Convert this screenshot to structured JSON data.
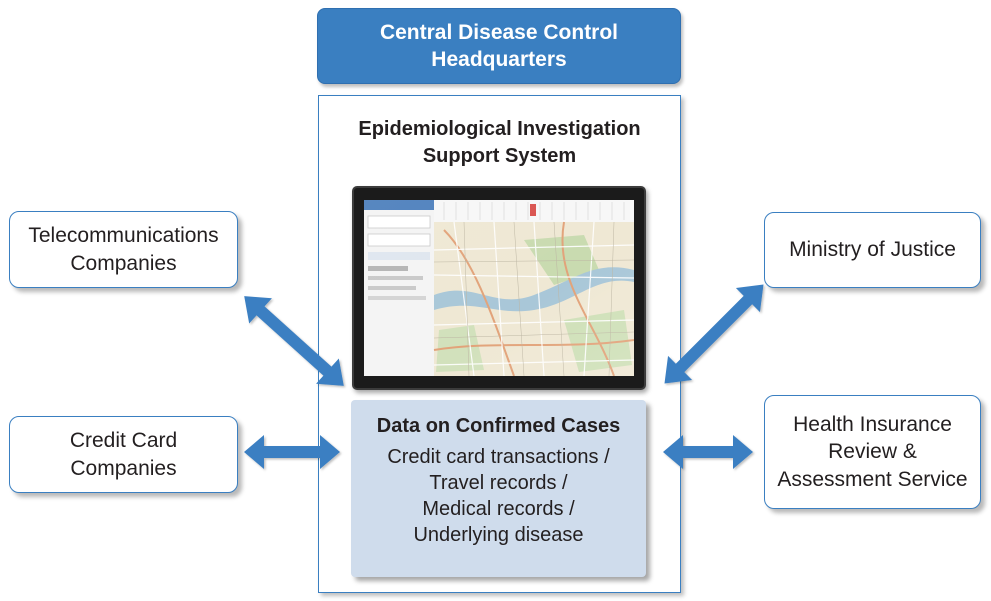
{
  "header": {
    "line1": "Central Disease Control",
    "line2": "Headquarters"
  },
  "system": {
    "title_line1": "Epidemiological Investigation",
    "title_line2": "Support System"
  },
  "data_box": {
    "title": "Data on Confirmed Cases",
    "lines": [
      "Credit card transactions /",
      "Travel records /",
      "Medical records /",
      "Underlying disease"
    ]
  },
  "nodes": {
    "telecom": {
      "line1": "Telecommunications",
      "line2": "Companies"
    },
    "credit_card": {
      "line1": "Credit Card",
      "line2": "Companies"
    },
    "justice": {
      "line1": "Ministry of Justice"
    },
    "health_insurance": {
      "line1": "Health Insurance",
      "line2": "Review &",
      "line3": "Assessment Service"
    }
  },
  "colors": {
    "accent": "#3a7fc1",
    "arrow": "#3b7fc2",
    "data_box_fill": "#cfdcec",
    "monitor_frame": "#1b1b1b"
  }
}
